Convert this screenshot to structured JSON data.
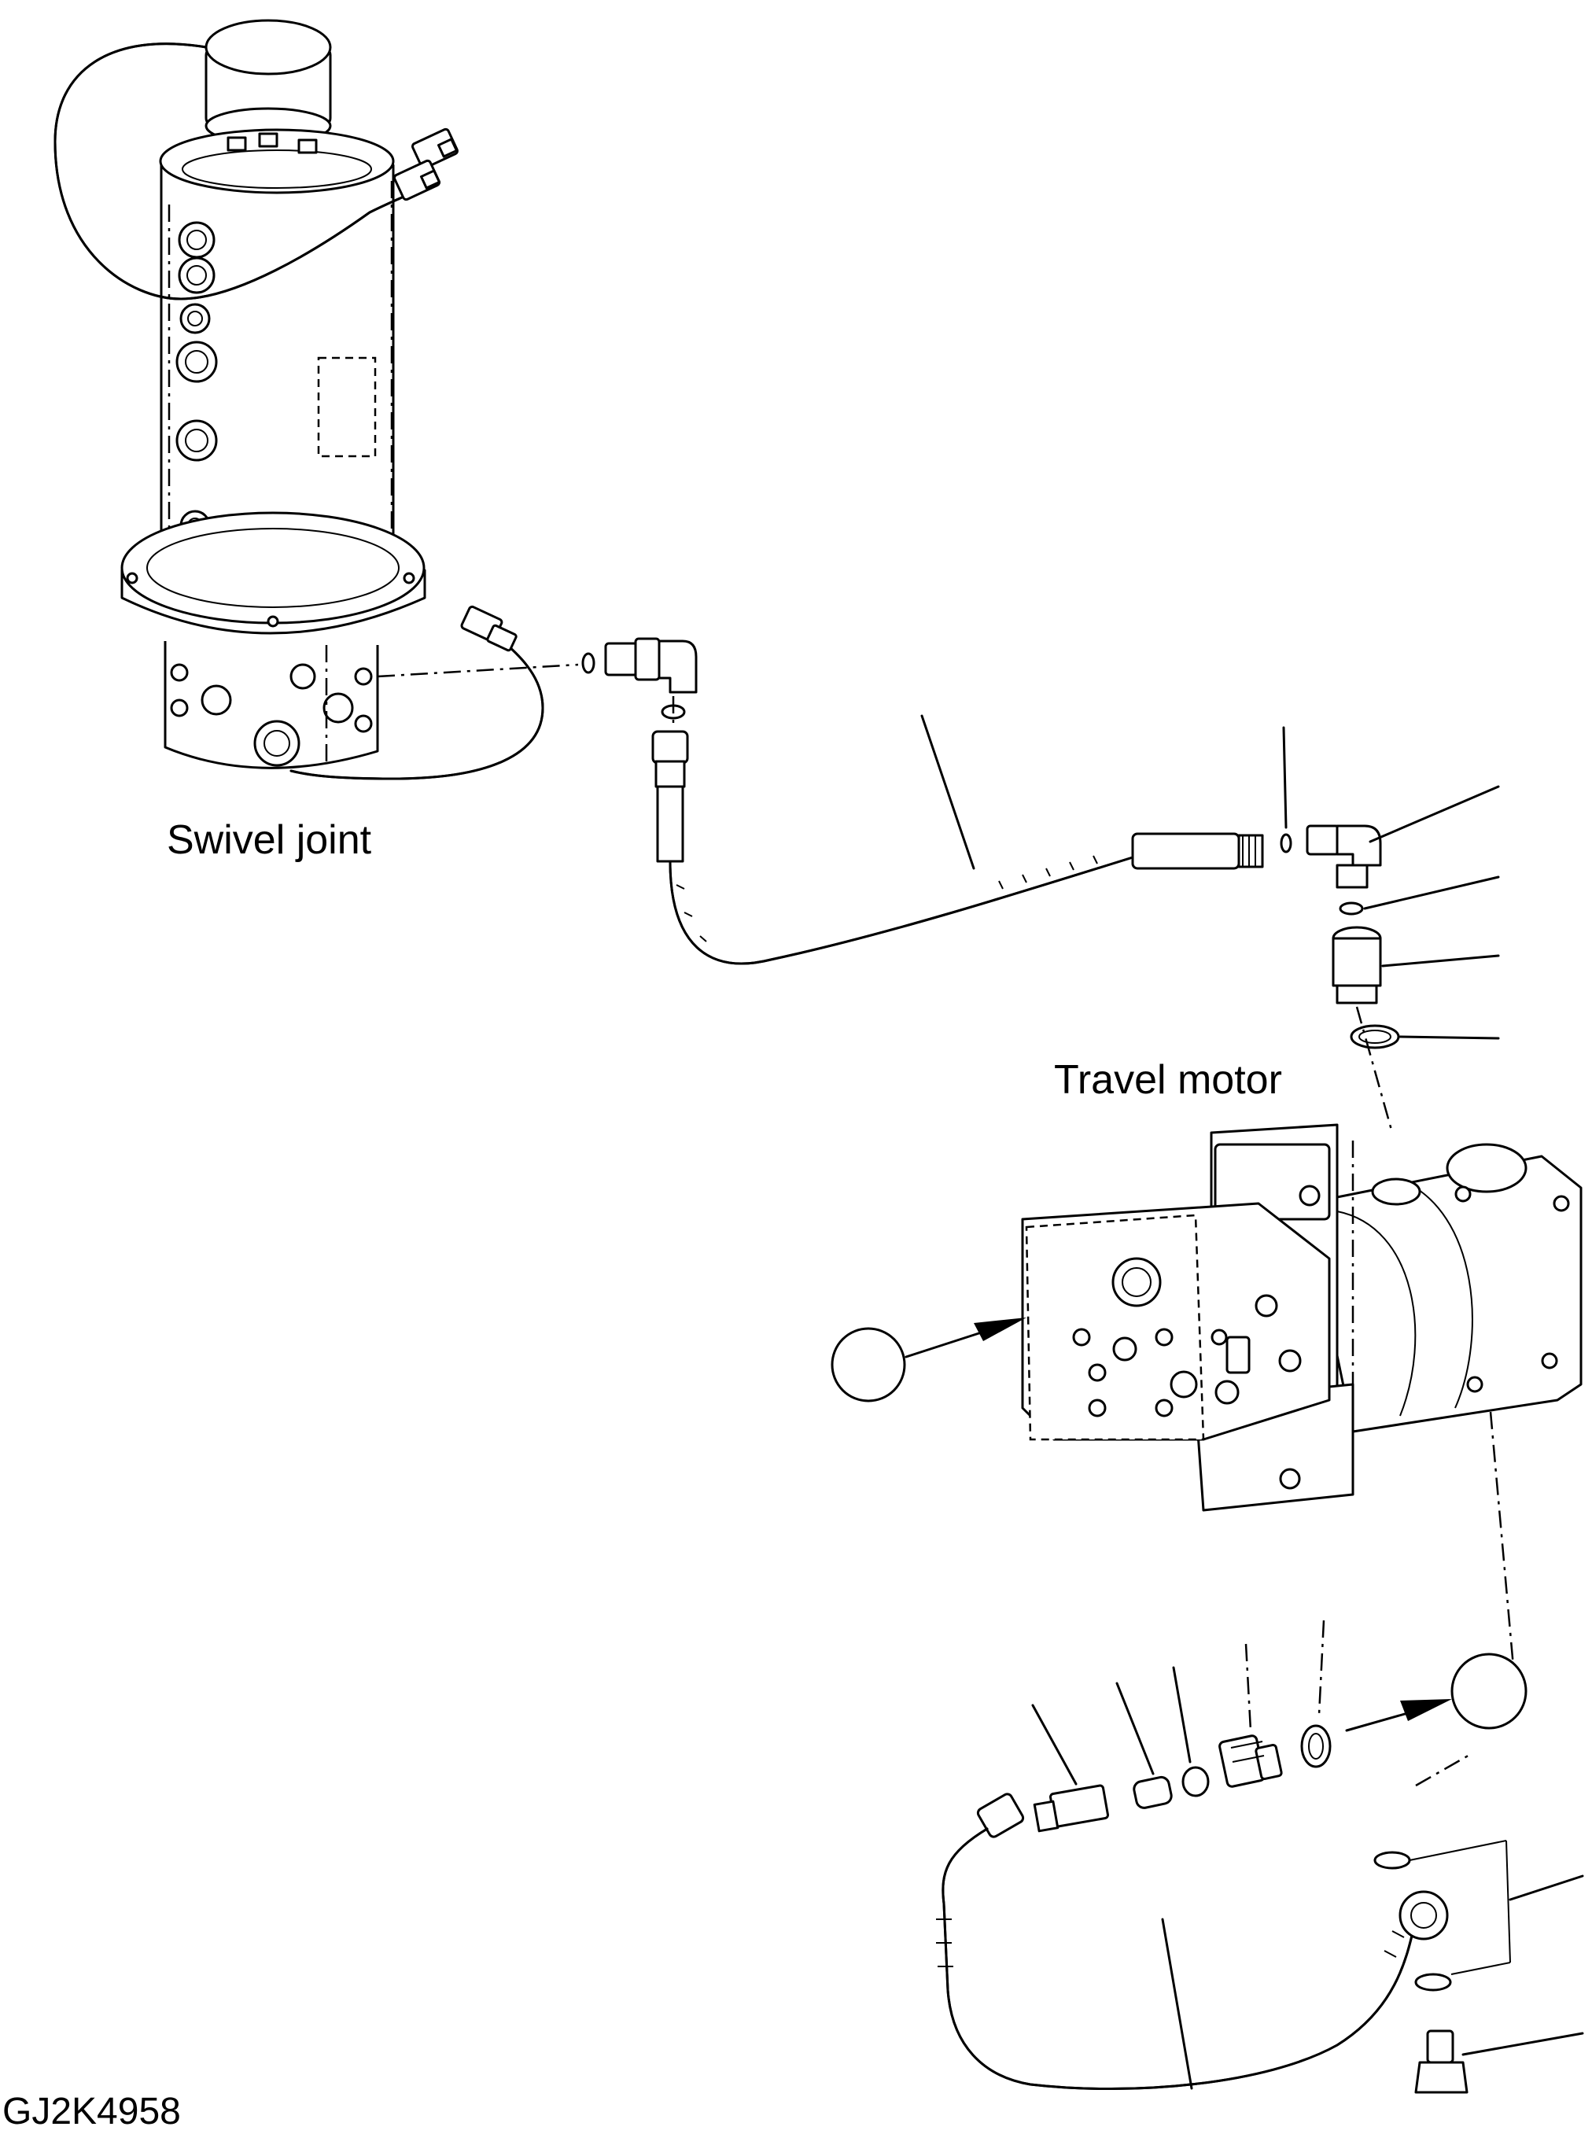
{
  "labels": {
    "swivel_joint": "Swivel joint",
    "travel_motor": "Travel motor",
    "drawing_code": "GJ2K4958"
  }
}
